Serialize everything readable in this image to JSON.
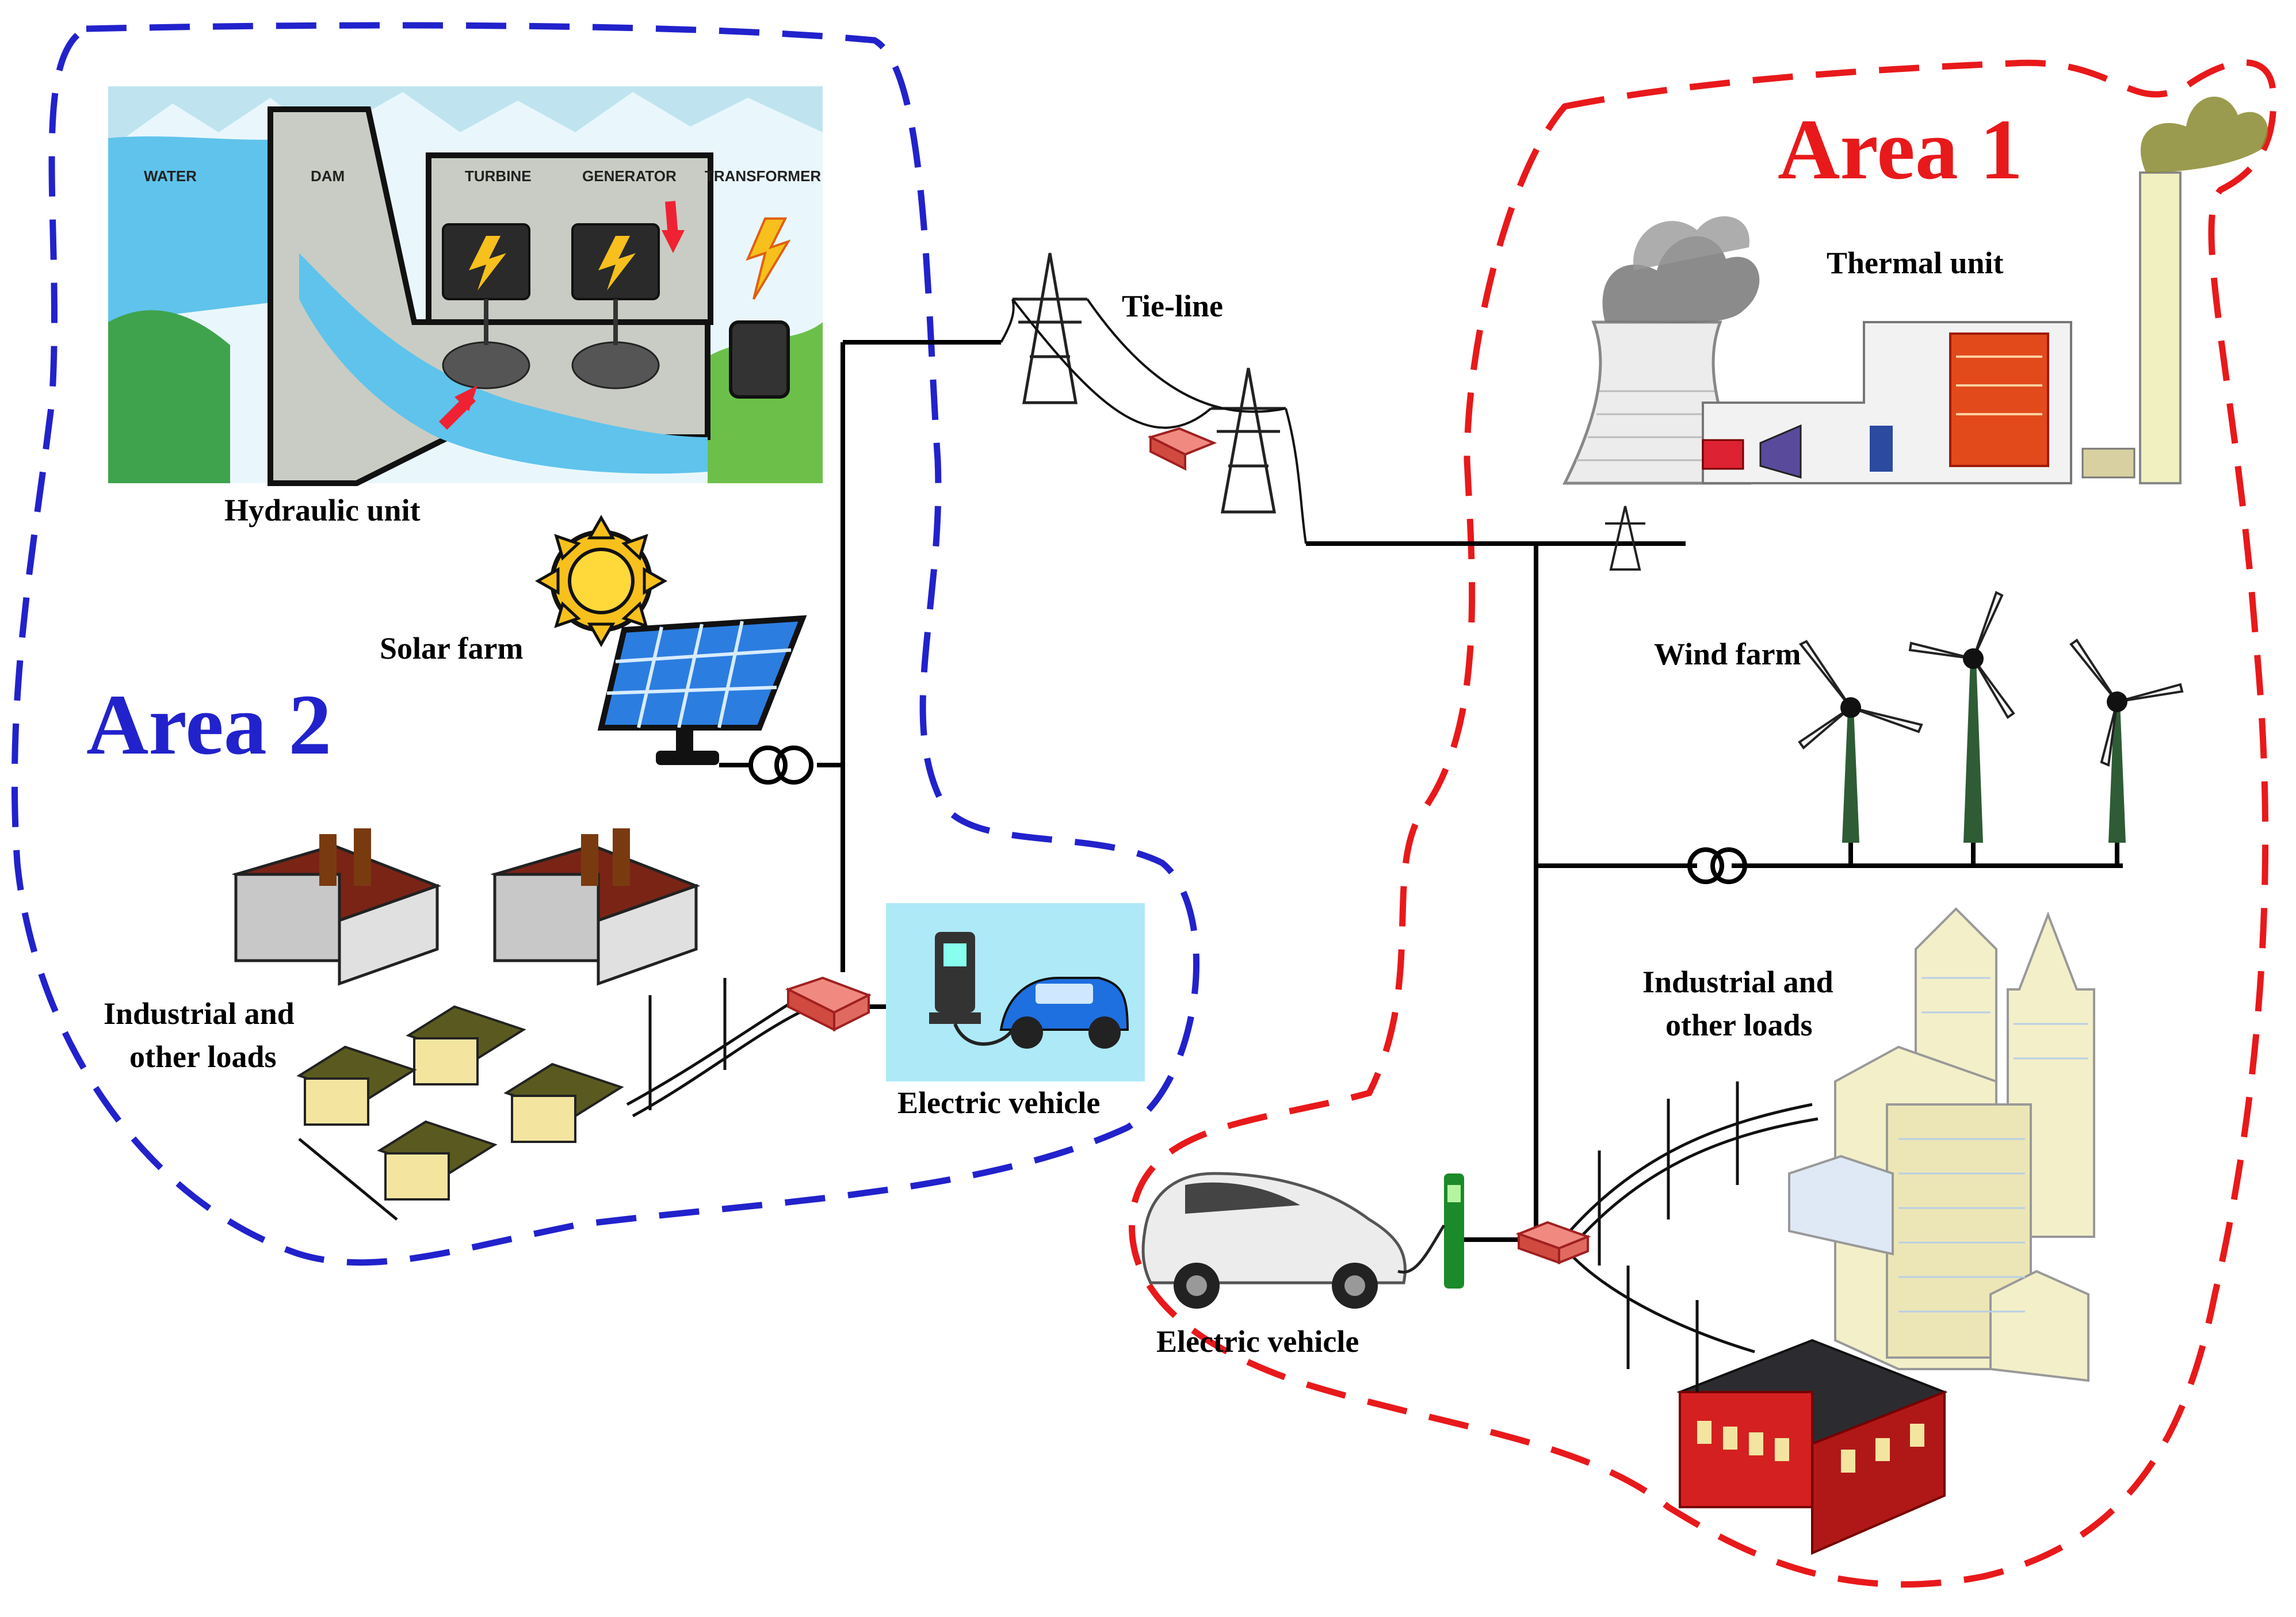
{
  "colors": {
    "area1": "#e8191b",
    "area2": "#2222cc",
    "line": "#000000",
    "water": "#5fc3ec",
    "dam": "#c9ccc4",
    "sky": "#e9f7fd",
    "grass": "#3fa34d",
    "solar_panel": "#2c7de0",
    "sun": "#f7c01c",
    "turbine_tower": "#2e5c35",
    "building": "#f3efc9",
    "factory_red": "#d42020",
    "ev_bg": "#aee9f7",
    "car_blue": "#1e6fe0"
  },
  "areas": {
    "area1": {
      "title": "Area 1"
    },
    "area2": {
      "title": "Area 2"
    }
  },
  "hydro": {
    "caption": "Hydraulic unit",
    "labels": {
      "water": "WATER",
      "dam": "DAM",
      "turbine": "TURBINE",
      "generator": "GENERATOR",
      "transformer": "TRANSFORMER"
    }
  },
  "tie_line": {
    "label": "Tie-line"
  },
  "thermal": {
    "label": "Thermal unit"
  },
  "wind": {
    "label": "Wind farm"
  },
  "solar": {
    "label": "Solar farm"
  },
  "area1_loads": {
    "line1": "Industrial and",
    "line2": "other loads"
  },
  "area2_loads": {
    "line1": "Industrial and",
    "line2": "other loads"
  },
  "area1_ev": {
    "label": "Electric vehicle"
  },
  "area2_ev": {
    "label": "Electric vehicle"
  },
  "icons": [
    "hydro-plant-icon",
    "solar-panel-icon",
    "sun-icon",
    "transformer-icon",
    "transmission-tower-icon",
    "junction-box-icon",
    "thermal-plant-icon",
    "cooling-tower-icon",
    "chimney-icon",
    "wind-turbine-icon",
    "house-icon",
    "factory-icon",
    "skyscraper-icon",
    "ev-charger-icon",
    "car-icon"
  ]
}
